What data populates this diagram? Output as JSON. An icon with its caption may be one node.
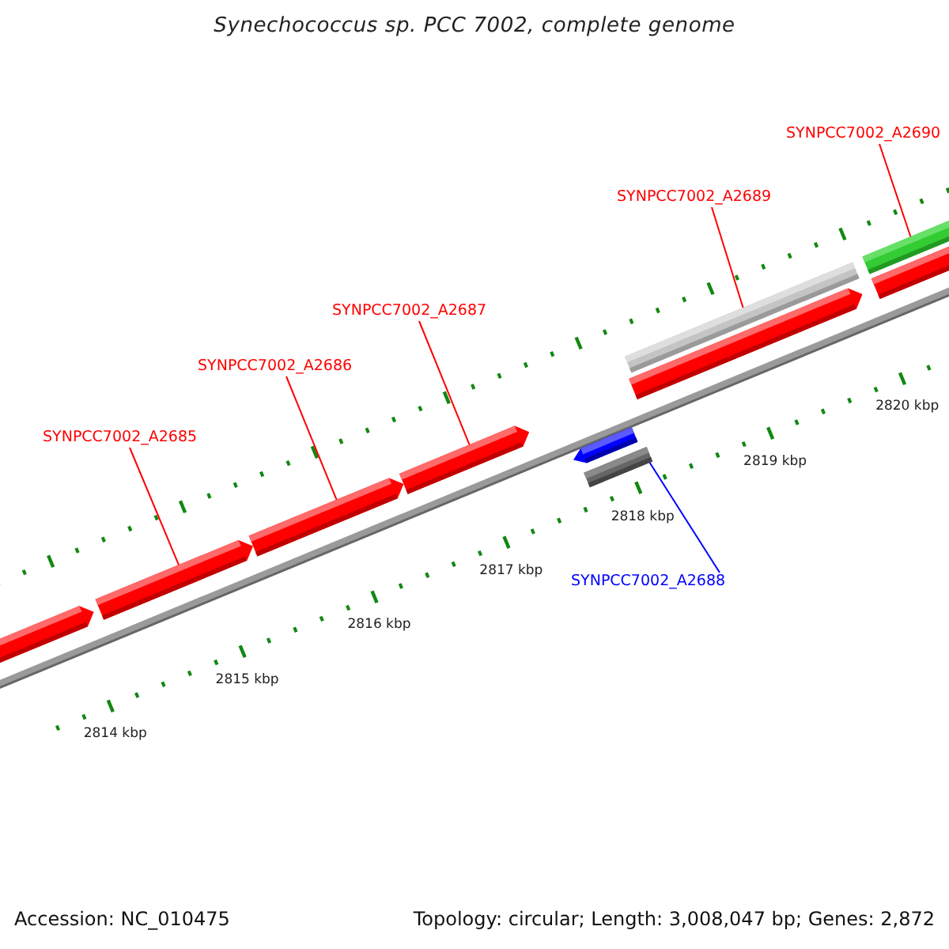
{
  "diagram": {
    "title": "Synechococcus sp. PCC 7002, complete genome",
    "nodes": [
      {
        "text": [
          "SYNPCC7002_A2690"
        ]
      },
      {
        "text": [
          "SYNPCC7002_A2689"
        ]
      },
      {
        "text": [
          "SYNPCC7002_A2687"
        ]
      },
      {
        "text": [
          "SYNPCC7002_A2686"
        ]
      },
      {
        "text": [
          "SYNPCC7002_A2685"
        ]
      },
      {
        "text": [
          "SYNPCC7002_A2688"
        ]
      },
      {
        "text": [],
        "shape": "bar"
      },
      {
        "text": [],
        "shape": "bar"
      },
      {
        "text": [],
        "shape": "bar"
      },
      {
        "text": [],
        "shape": "bar"
      },
      {
        "text": [],
        "shape": "bar"
      },
      {
        "text": [],
        "shape": "bar"
      },
      {
        "text": [],
        "shape": "bar"
      },
      {
        "text": [],
        "shape": "bar"
      },
      {
        "text": [],
        "shape": "bar"
      },
      {
        "text": [],
        "shape": "bar"
      }
    ],
    "edges": [
      {
        "from": 0,
        "to": 12,
        "arrow": "none"
      },
      {
        "from": 1,
        "to": 10,
        "arrow": "none"
      },
      {
        "from": 2,
        "to": 9,
        "arrow": "none"
      },
      {
        "from": 3,
        "to": 8,
        "arrow": "none"
      },
      {
        "from": 4,
        "to": 7,
        "arrow": "none"
      },
      {
        "from": 5,
        "to": 15,
        "arrow": "none",
        "color": "#0000ff"
      }
    ],
    "labels": [
      "2820 kbp",
      "2819 kbp",
      "2818 kbp",
      "2817 kbp",
      "2816 kbp",
      "2815 kbp",
      "2814 kbp",
      "Accession: NC_010475",
      "Topology: circular; Length: 3,008,047 bp; Genes: 2,872"
    ]
  }
}
